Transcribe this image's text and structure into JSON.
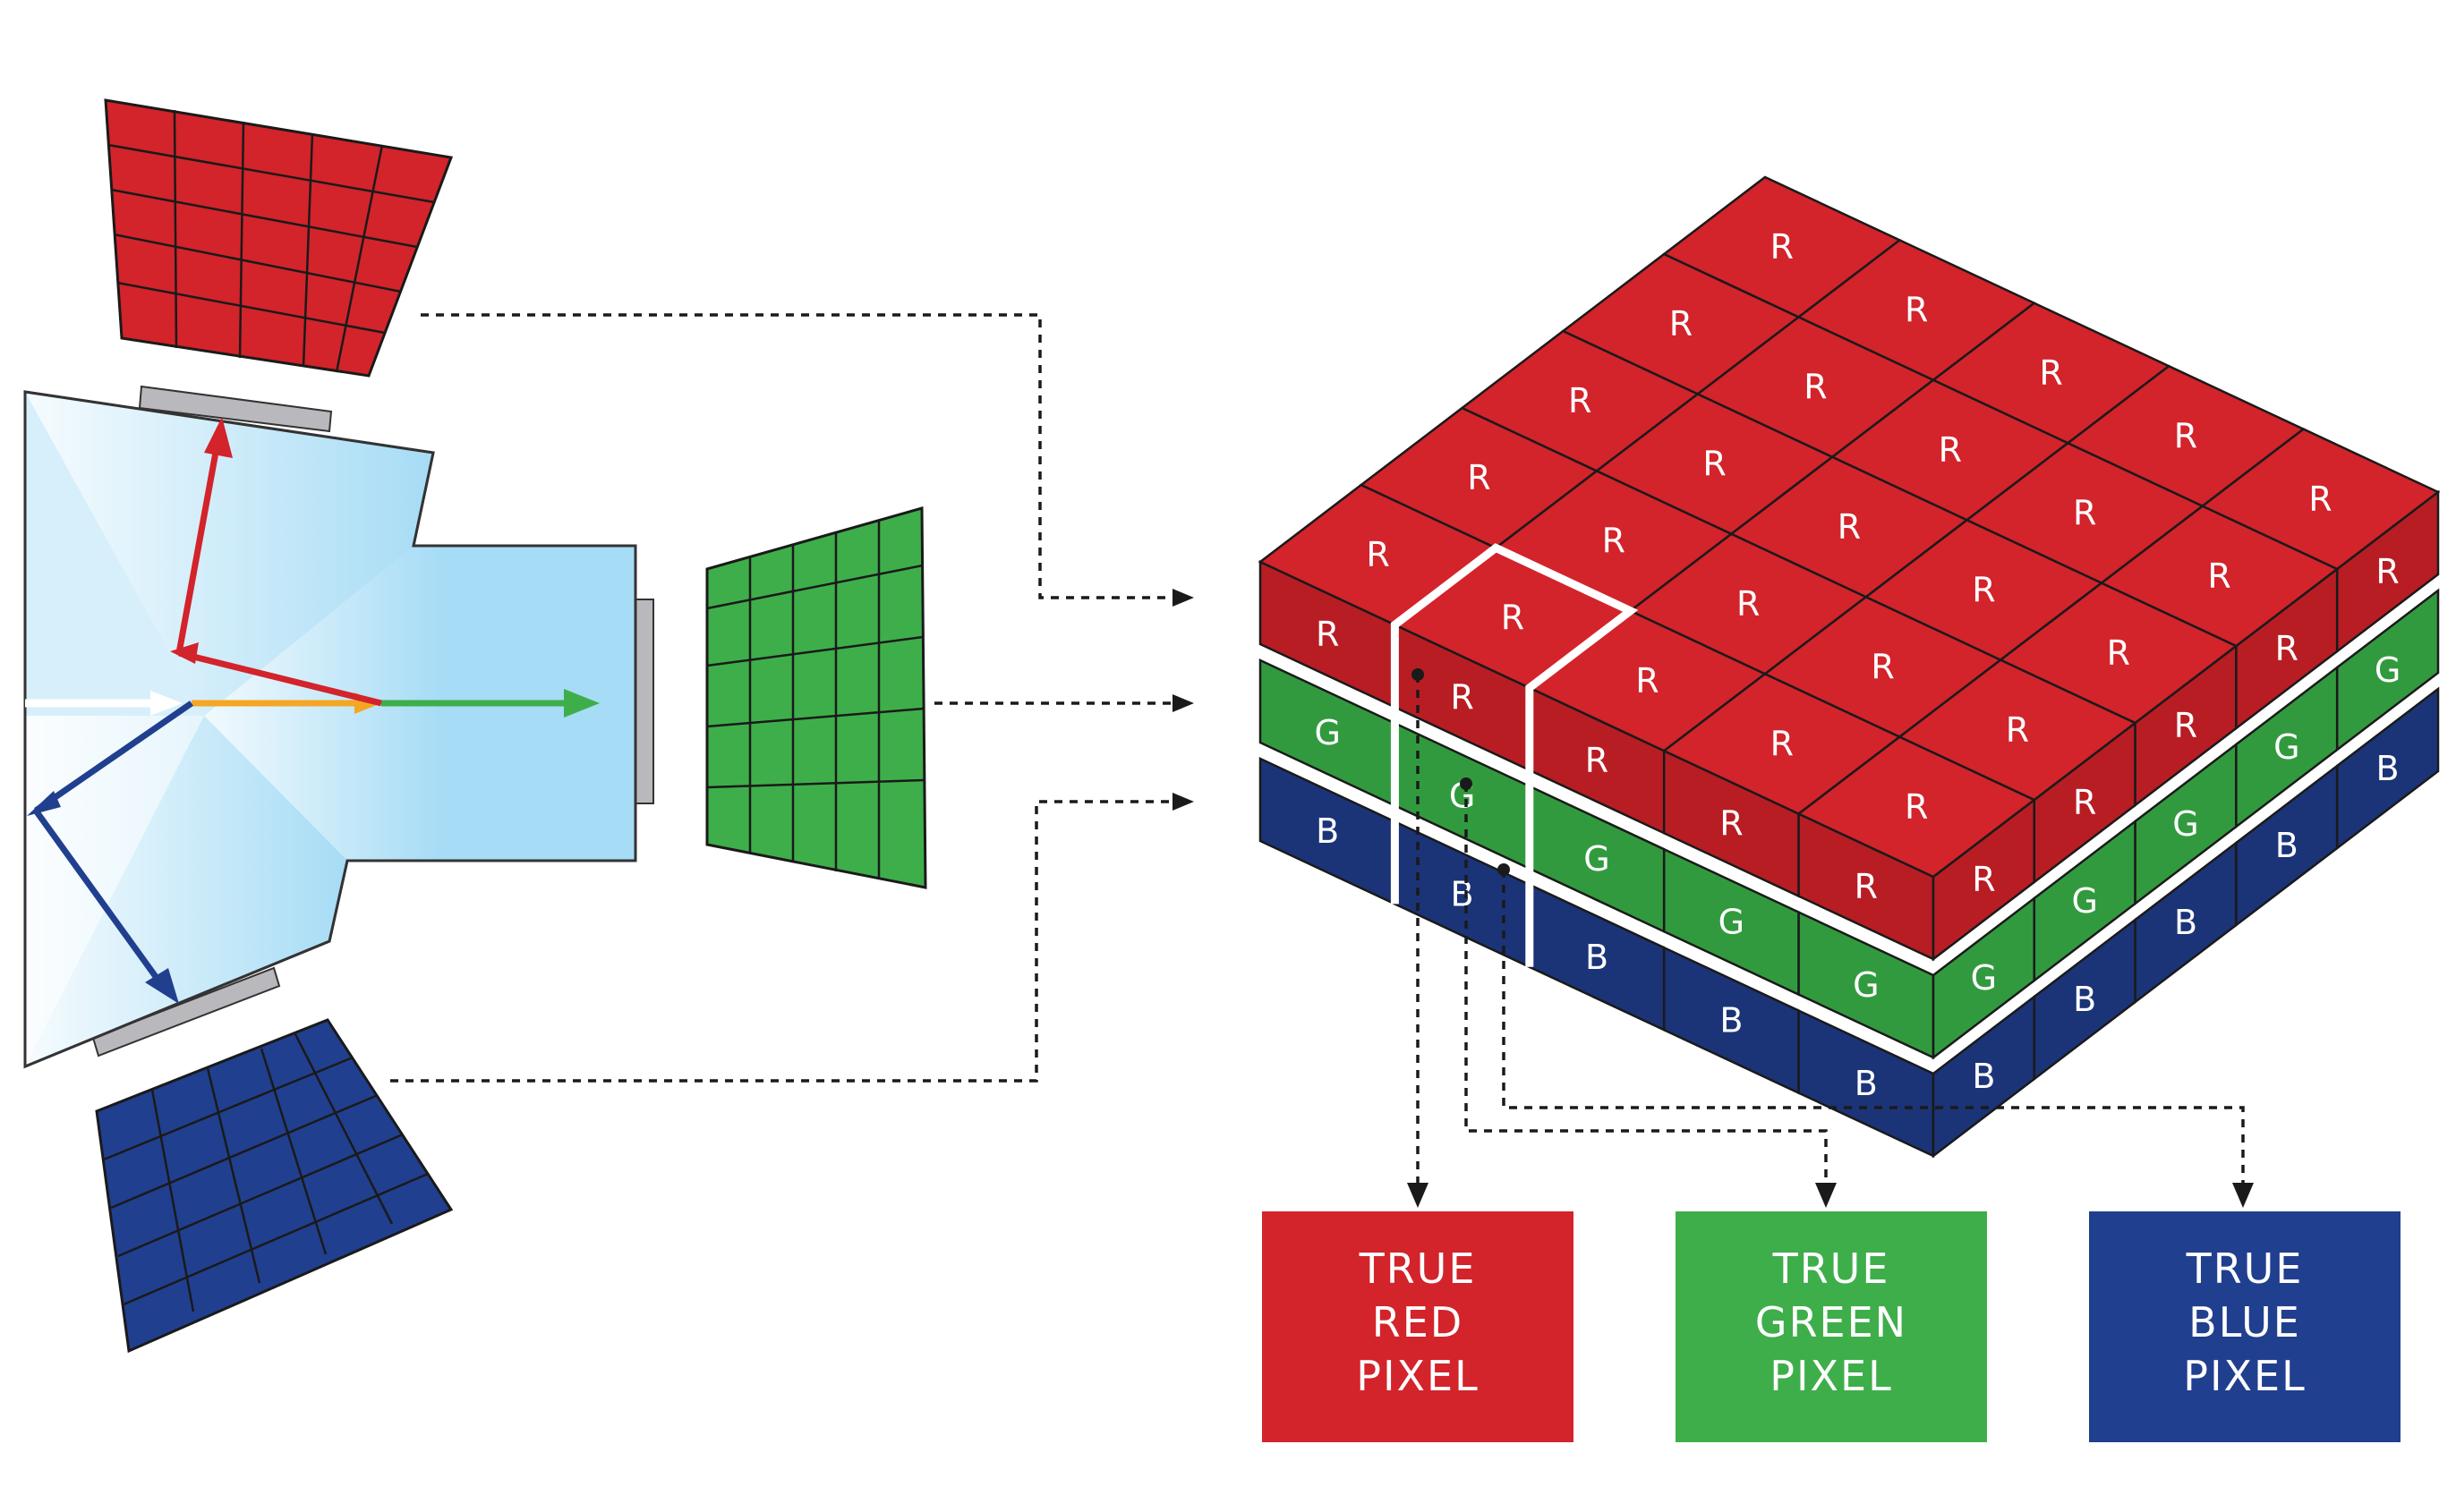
{
  "colors": {
    "red": "#d3232b",
    "red_front": "#b81d24",
    "green": "#3eae4a",
    "green_front": "#329a3e",
    "blue": "#213f8f",
    "blue_front": "#1b3478",
    "prism_light": "#a6dcf5",
    "filter_gray": "#b9b9bd",
    "yellow_ray": "#f5a623",
    "white_ray": "#ffffff"
  },
  "layers": {
    "red_label": "R",
    "green_label": "G",
    "blue_label": "B"
  },
  "outputs": [
    {
      "line1": "TRUE",
      "line2": "RED",
      "line3": "PIXEL",
      "color": "#d3232b"
    },
    {
      "line1": "TRUE",
      "line2": "GREEN",
      "line3": "PIXEL",
      "color": "#3eae4a"
    },
    {
      "line1": "TRUE",
      "line2": "BLUE",
      "line3": "PIXEL",
      "color": "#213f8f"
    }
  ],
  "icons": [
    "prism-icon",
    "red-sensor-icon",
    "green-sensor-icon",
    "blue-sensor-icon",
    "sensor-stack-icon"
  ]
}
